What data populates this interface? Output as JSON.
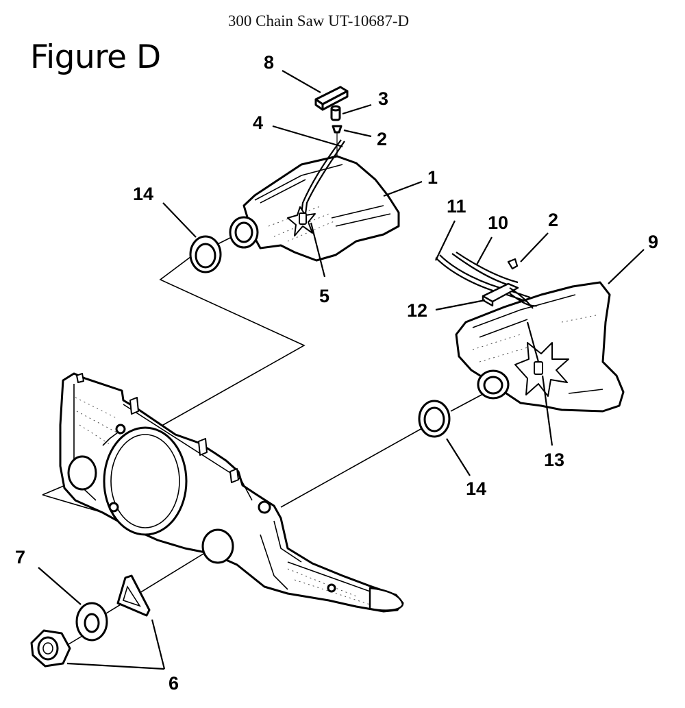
{
  "header": {
    "document_title": "300 Chain Saw UT-10687-D",
    "figure_label": "Figure D"
  },
  "callouts": [
    {
      "id": "c8",
      "text": "8"
    },
    {
      "id": "c3",
      "text": "3"
    },
    {
      "id": "c4",
      "text": "4"
    },
    {
      "id": "c2a",
      "text": "2"
    },
    {
      "id": "c1",
      "text": "1"
    },
    {
      "id": "c14a",
      "text": "14"
    },
    {
      "id": "c5",
      "text": "5"
    },
    {
      "id": "c11",
      "text": "11"
    },
    {
      "id": "c10",
      "text": "10"
    },
    {
      "id": "c2b",
      "text": "2"
    },
    {
      "id": "c9",
      "text": "9"
    },
    {
      "id": "c12",
      "text": "12"
    },
    {
      "id": "c13",
      "text": "13"
    },
    {
      "id": "c14b",
      "text": "14"
    },
    {
      "id": "c7",
      "text": "7"
    },
    {
      "id": "c6",
      "text": "6"
    }
  ]
}
